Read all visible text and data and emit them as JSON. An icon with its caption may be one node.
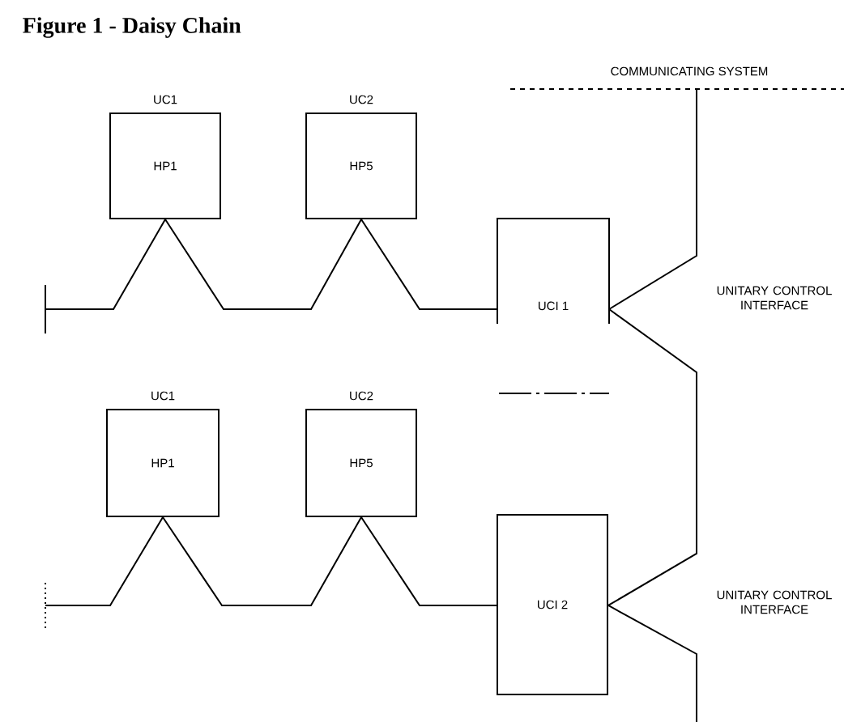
{
  "diagram": {
    "title": "Figure 1 - Daisy Chain",
    "nodes": [
      {
        "text": [
          "HP1"
        ],
        "beside": [
          "UC1"
        ]
      },
      {
        "text": [
          "HP5"
        ],
        "beside": [
          "UC2"
        ]
      },
      {
        "text": [
          "UCI 1"
        ]
      },
      {
        "text": [
          "HP1"
        ],
        "beside": [
          "UC1"
        ]
      },
      {
        "text": [
          "HP5"
        ],
        "beside": [
          "UC2"
        ]
      },
      {
        "text": [
          "UCI 2"
        ]
      },
      {
        "text": [
          "COMMUNICATING SYSTEM"
        ]
      }
    ],
    "edges": [
      {
        "from": null,
        "to": 0,
        "arrow": "none"
      },
      {
        "from": 0,
        "to": 1,
        "arrow": "none"
      },
      {
        "from": 1,
        "to": 2,
        "arrow": "none"
      },
      {
        "from": null,
        "to": 3,
        "arrow": "none"
      },
      {
        "from": 3,
        "to": 4,
        "arrow": "none"
      },
      {
        "from": 4,
        "to": 5,
        "arrow": "none"
      },
      {
        "from": 2,
        "to": 6,
        "arrow": "none"
      },
      {
        "from": 2,
        "to": 5,
        "arrow": "none"
      },
      {
        "from": 5,
        "to": null,
        "arrow": "none"
      }
    ],
    "labels": [
      "UNITARY CONTROL INTERFACE",
      "UNITARY CONTROL INTERFACE"
    ]
  }
}
